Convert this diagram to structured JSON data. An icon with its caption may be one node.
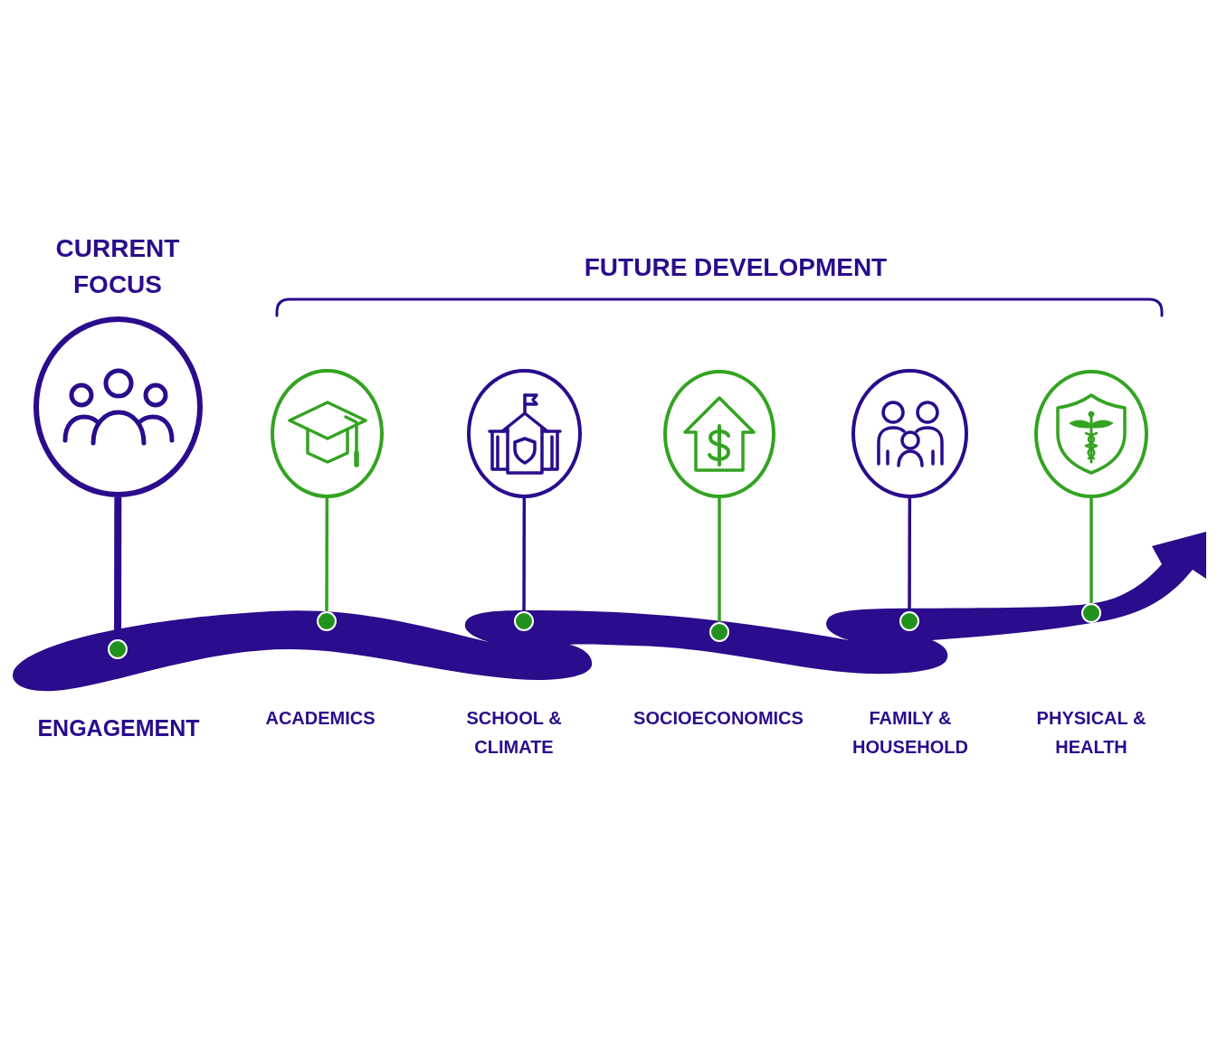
{
  "diagram": {
    "nodes": [
      {
        "text": [],
        "shape": "circle",
        "beside": [
          "CURRENT FOCUS"
        ]
      },
      {
        "text": [],
        "shape": "circle"
      },
      {
        "text": [],
        "shape": "circle"
      },
      {
        "text": [],
        "shape": "circle"
      },
      {
        "text": [],
        "shape": "circle"
      },
      {
        "text": [],
        "shape": "circle"
      },
      {
        "text": [],
        "shape": "circle"
      },
      {
        "text": [],
        "shape": "circle"
      },
      {
        "text": [],
        "shape": "circle"
      },
      {
        "text": [],
        "shape": "circle"
      },
      {
        "text": [],
        "shape": "circle"
      },
      {
        "text": [],
        "shape": "circle"
      }
    ],
    "edges": [
      {
        "from": 0,
        "to": 6,
        "arrow": "none",
        "style": "thick",
        "color": "#2a0c8c"
      },
      {
        "from": 1,
        "to": 7,
        "arrow": "none",
        "color": "#33a321"
      },
      {
        "from": 2,
        "to": 8,
        "arrow": "none",
        "color": "#2a0c8c"
      },
      {
        "from": 3,
        "to": 9,
        "arrow": "none",
        "color": "#33a321"
      },
      {
        "from": 4,
        "to": 10,
        "arrow": "none",
        "color": "#2a0c8c"
      },
      {
        "from": 5,
        "to": 11,
        "arrow": "none",
        "color": "#33a321"
      }
    ],
    "labels": [
      "FUTURE DEVELOPMENT",
      "ENGAGEMENT",
      "ACADEMICS",
      "SCHOOL & CLIMATE",
      "SOCIOECONOMICS",
      "FAMILY & HOUSEHOLD",
      "PHYSICAL & HEALTH"
    ]
  }
}
